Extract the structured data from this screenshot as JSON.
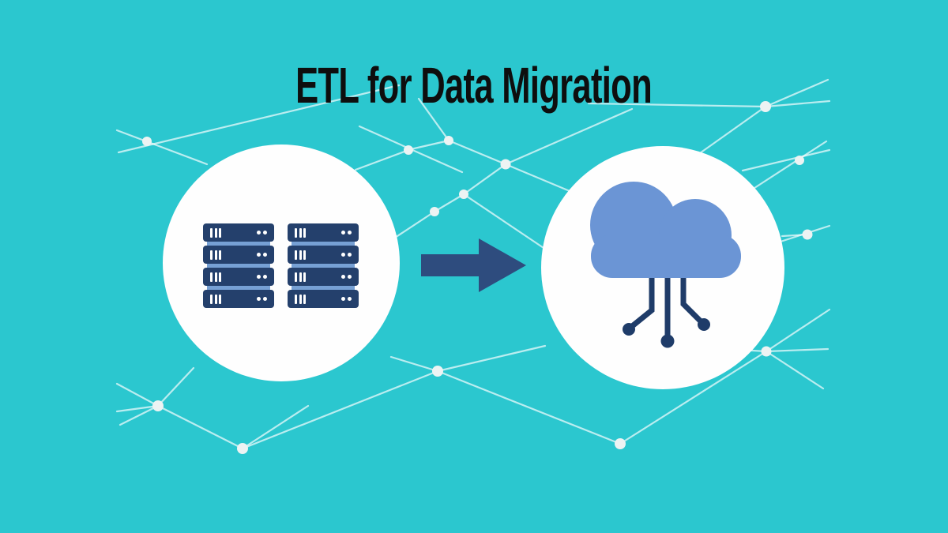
{
  "title": "ETL for Data Migration",
  "colors": {
    "background": "#2bc7cf",
    "title_text": "#0e0e0e",
    "circle_fill": "#fefefe",
    "network_line": "rgba(255,255,255,0.68)",
    "network_node": "#edf3f3",
    "arrow": "#2e4c7e",
    "server_body": "#24406c",
    "server_separator": "#76a0d4",
    "server_detail": "#ffffff",
    "cloud_fill": "#6b95d5",
    "circuit": "#1f3c69"
  },
  "icons": {
    "source": "server-rack-icon",
    "flow": "arrow-right-icon",
    "target": "cloud-circuit-icon"
  },
  "server_icon": {
    "stacks": 2,
    "units_per_stack": 4,
    "bars_per_unit": 3,
    "dots_per_unit": 2
  }
}
